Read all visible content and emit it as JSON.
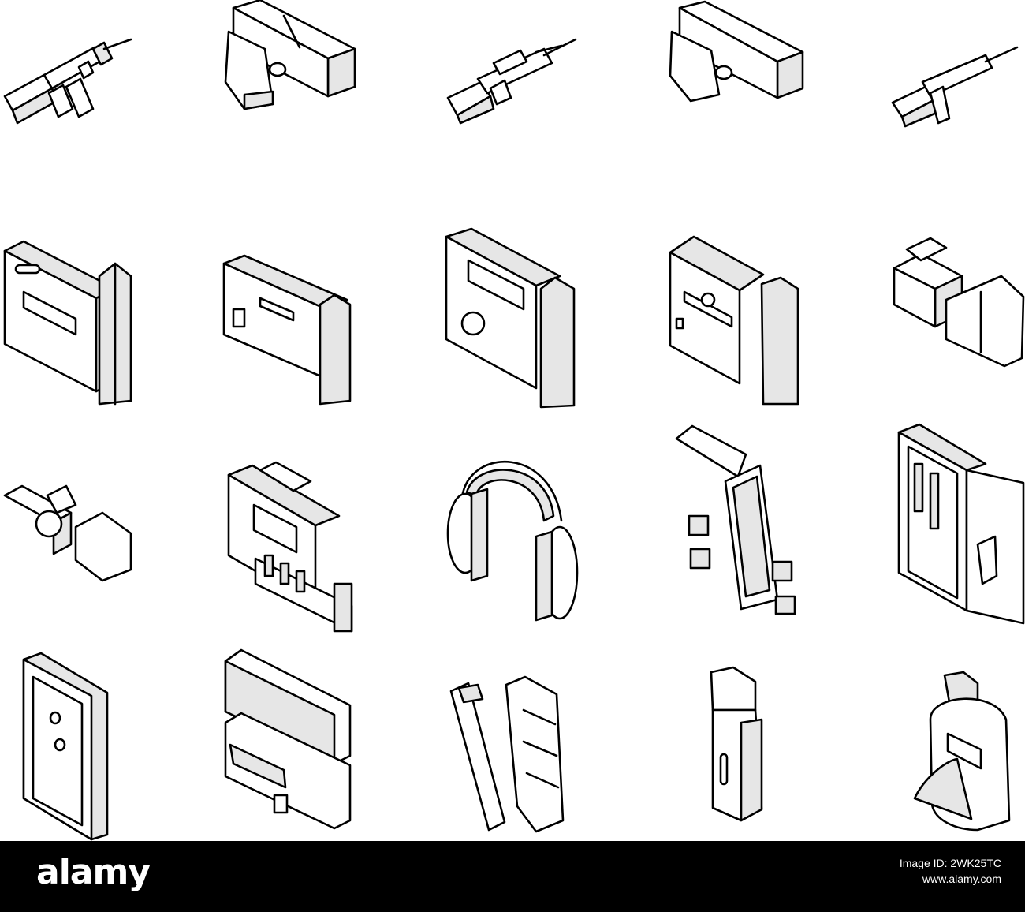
{
  "footer": {
    "logo_text": "alamy",
    "image_id_label": "Image ID: 2WK25TC",
    "url": "www.alamy.com"
  },
  "icons": [
    "assault-rifle-icon",
    "pistol-icon",
    "sniper-rifle-icon",
    "pistol-icon",
    "shotgun-icon",
    "ammo-box-bullet-icon",
    "ammo-box-bullet-icon",
    "ammo-box-bullet-icon",
    "ammo-box-magazine-icon",
    "scope-icon",
    "scope-icon",
    "ammo-case-icon",
    "ear-protection-headphones-icon",
    "holster-icon",
    "gun-safe-icon",
    "shooting-target-icon",
    "rifle-case-icon",
    "magazines-icon",
    "knife-sheath-icon",
    "gun-oil-bottle-icon"
  ],
  "colors": {
    "stroke": "#000000",
    "fill": "#ffffff",
    "shade": "#e6e6e6",
    "footer_bg": "#000000"
  }
}
